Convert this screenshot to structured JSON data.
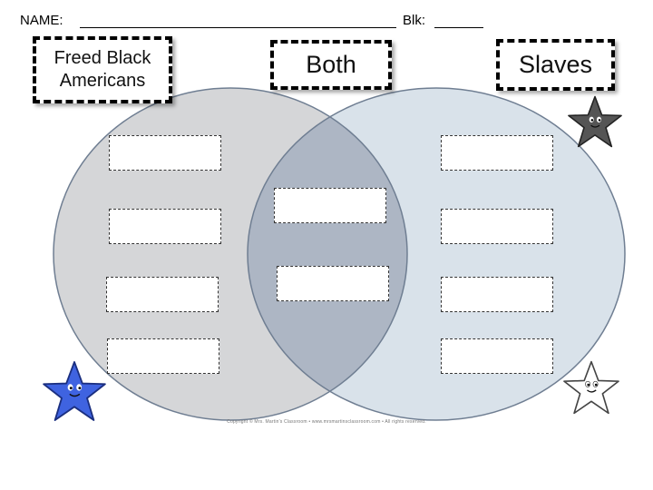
{
  "header": {
    "name_label": "NAME:",
    "blk_label": "Blk:"
  },
  "labels": {
    "left": "Freed Black Americans",
    "center": "Both",
    "right": "Slaves"
  },
  "colors": {
    "left_circle": "#d5d6d8",
    "right_circle": "#d9e2ea",
    "overlap": "#adb6c4",
    "stroke": "#6f7e92"
  },
  "footer": {
    "copyright": "Copyright © Mrs. Martin's Classroom • www.mrsmartinsclassroom.com • All rights reserved."
  },
  "stars": [
    {
      "name": "gray-star-icon",
      "color": "#555555"
    },
    {
      "name": "blue-star-icon",
      "color": "#3f63e0"
    },
    {
      "name": "white-star-icon",
      "color": "#ffffff"
    }
  ]
}
